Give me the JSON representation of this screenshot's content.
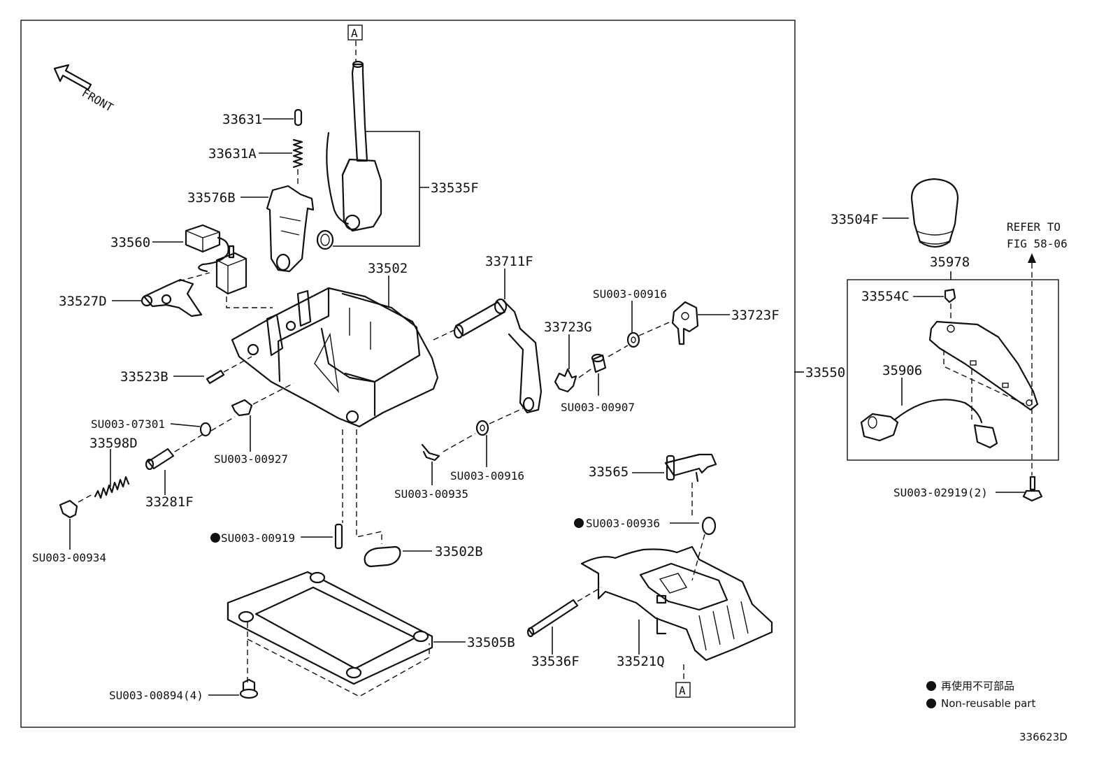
{
  "diagram": {
    "front_label": "FRONT",
    "ref_marker": "A",
    "refer_to": [
      "REFER TO",
      "FIG 58-06"
    ],
    "figure_id": "336623D",
    "legend": {
      "jp": "再使用不可部品",
      "en": "Non-reusable part"
    }
  },
  "parts": {
    "p33631": "33631",
    "p33631A": "33631A",
    "p33576B": "33576B",
    "p33535F": "33535F",
    "p33560": "33560",
    "p33527D": "33527D",
    "p33502": "33502",
    "p33711F": "33711F",
    "p33723G": "33723G",
    "p00916a": "SU003-00916",
    "p33723F": "33723F",
    "p33523B": "33523B",
    "p00907": "SU003-00907",
    "p07301": "SU003-07301",
    "p33598D": "33598D",
    "p00927": "SU003-00927",
    "p00916b": "SU003-00916",
    "p00935": "SU003-00935",
    "p33565": "33565",
    "p33281F": "33281F",
    "p00934": "SU003-00934",
    "p00919": "SU003-00919",
    "p00936": "SU003-00936",
    "p33502B": "33502B",
    "p33505B": "33505B",
    "p33536F": "33536F",
    "p33521Q": "33521Q",
    "p00894": "SU003-00894(4)",
    "p33550": "33550",
    "p33504F": "33504F",
    "p35978": "35978",
    "p33554C": "33554C",
    "p35906": "35906",
    "p02919": "SU003-02919(2)"
  }
}
